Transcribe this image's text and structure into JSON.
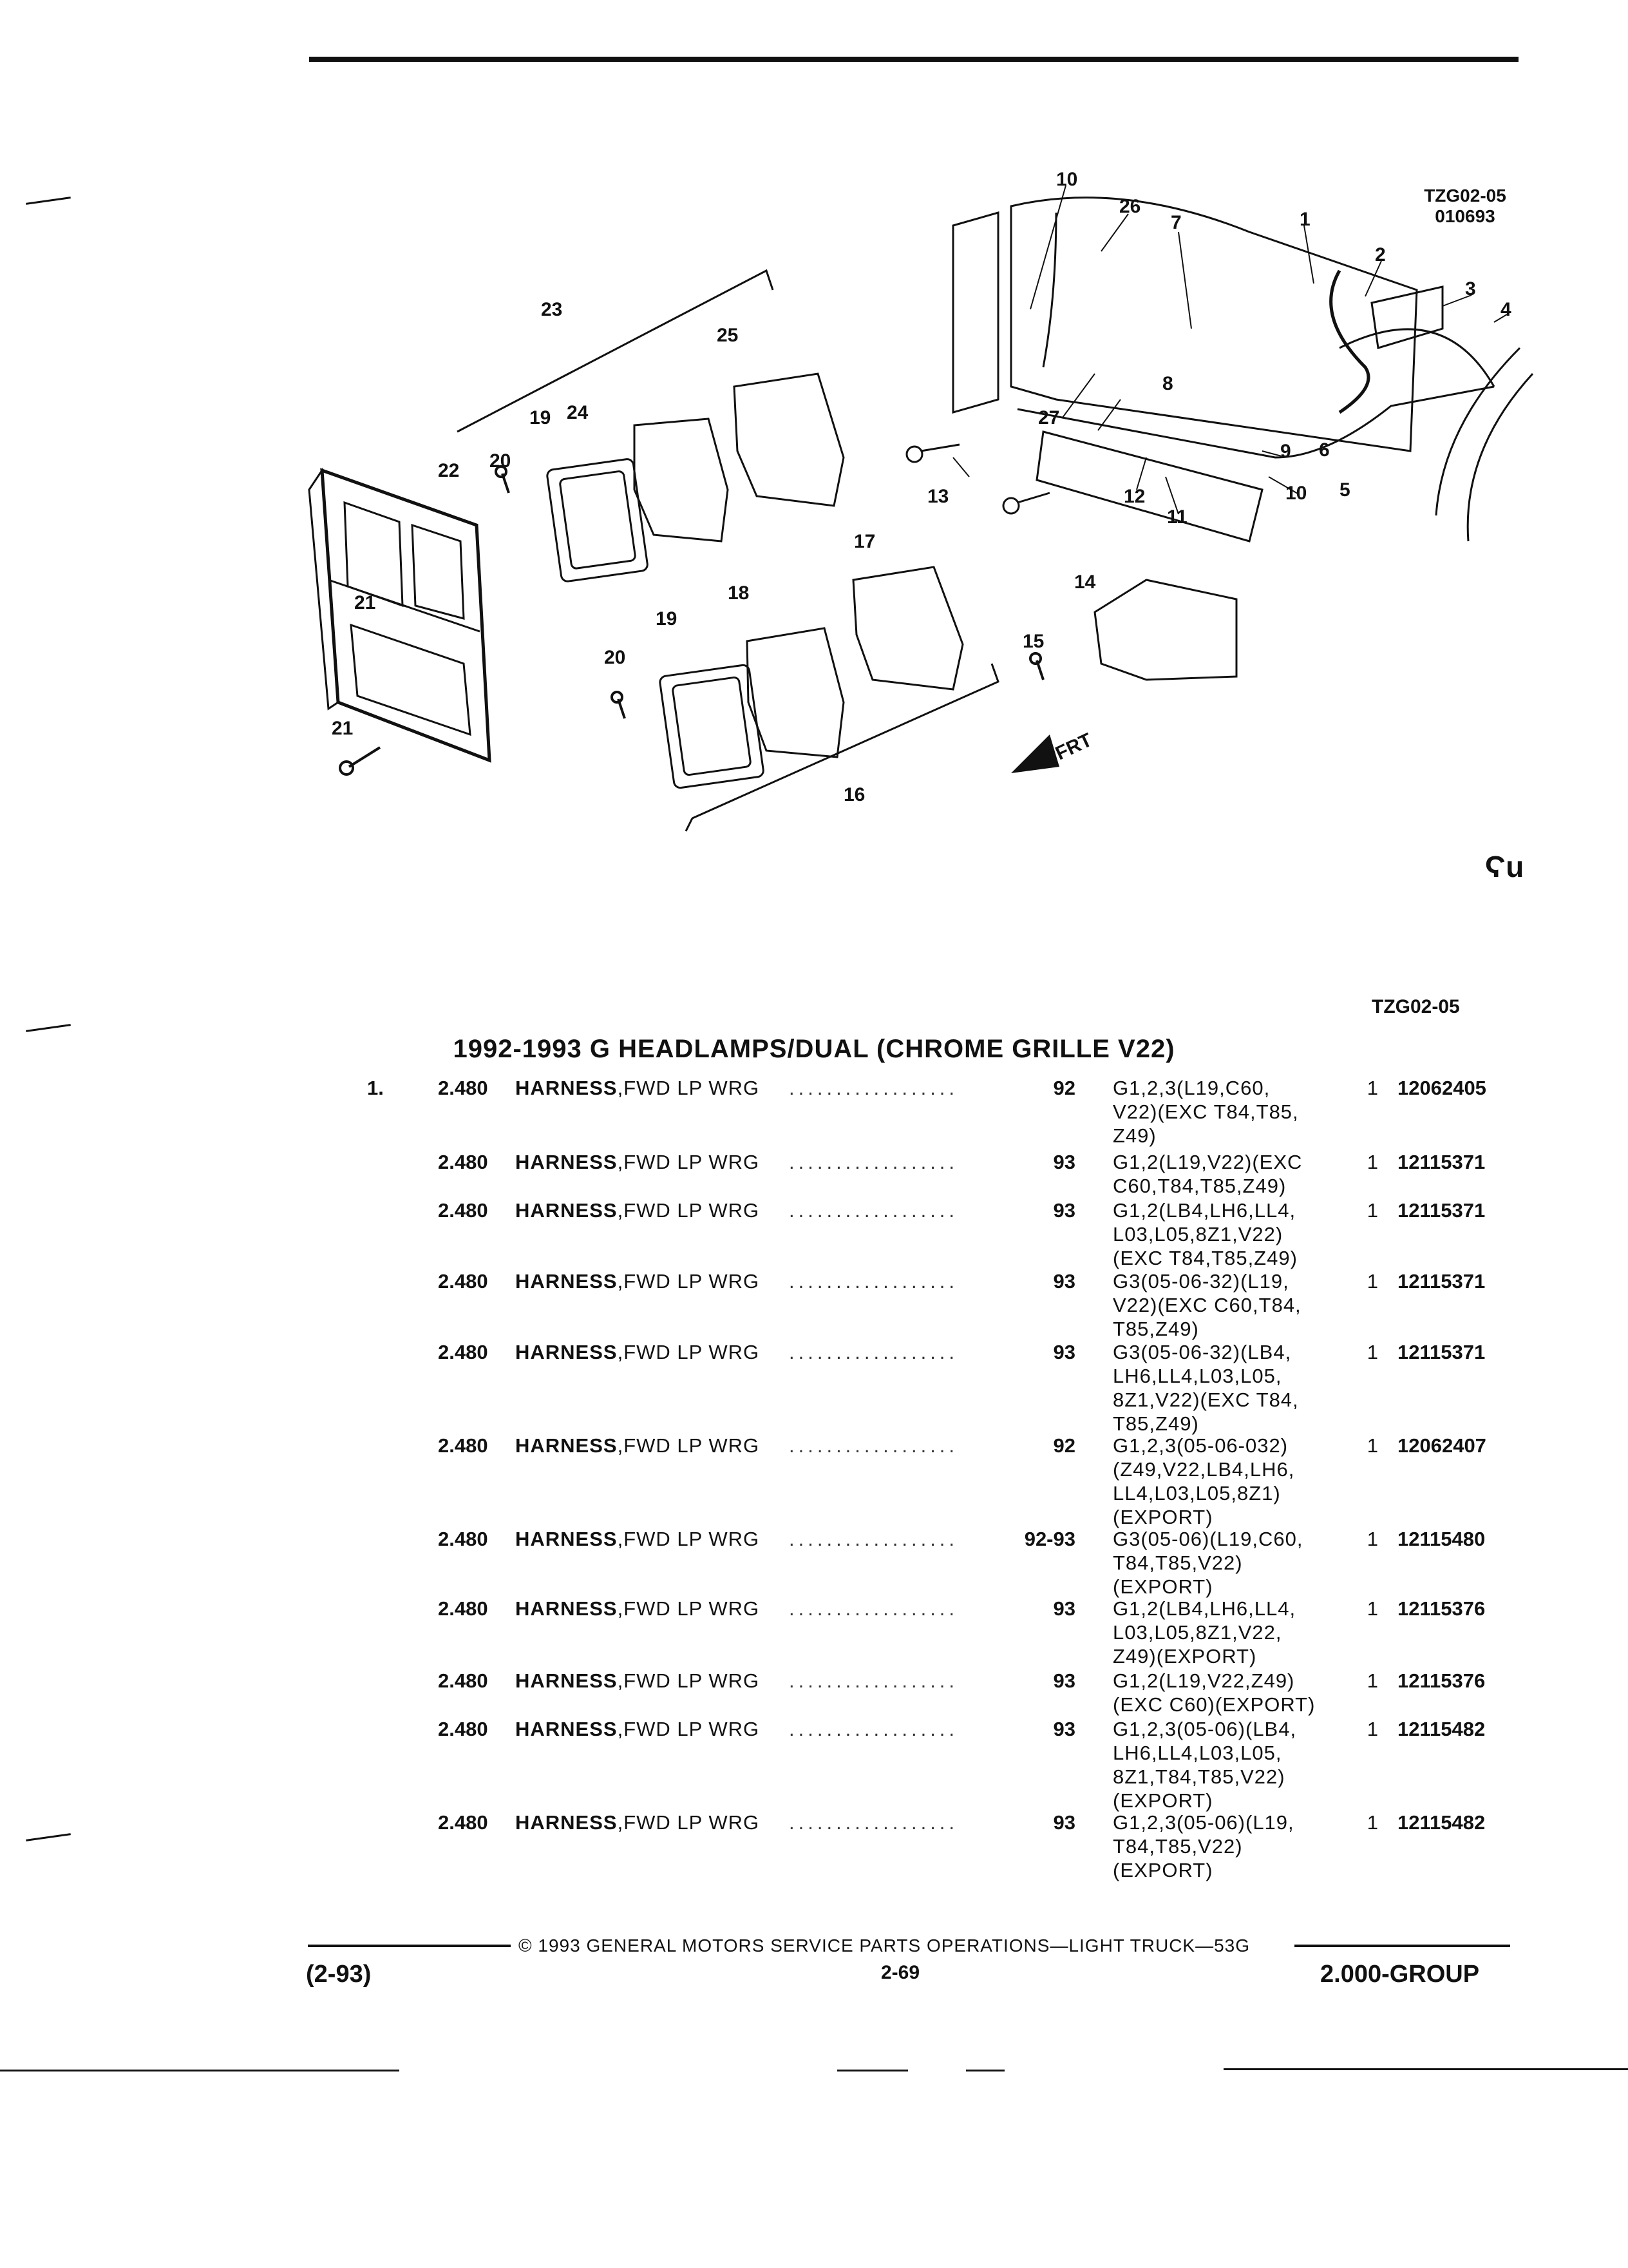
{
  "figure": {
    "code": "TZG02-05",
    "date_code": "010693",
    "front_label": "FRT",
    "corner_symbol": "Ϛu",
    "callouts": [
      "1",
      "2",
      "3",
      "4",
      "5",
      "6",
      "7",
      "8",
      "9",
      "10",
      "11",
      "12",
      "13",
      "14",
      "15",
      "16",
      "17",
      "18",
      "19",
      "20",
      "21",
      "22",
      "23",
      "24",
      "25",
      "26",
      "27"
    ]
  },
  "section": {
    "figure_ref": "TZG02-05",
    "title": "1992-1993 G HEADLAMPS/DUAL (CHROME GRILLE V22)"
  },
  "parts": [
    {
      "item": "1.",
      "group": "2.480",
      "name": "HARNESS",
      "name_rest": ",FWD LP WRG",
      "dots": "..................",
      "year": "92",
      "usage": [
        "G1,2,3(L19,C60,",
        "V22)(EXC T84,T85,",
        "Z49)"
      ],
      "qty": "1",
      "part": "12062405"
    },
    {
      "item": "",
      "group": "2.480",
      "name": "HARNESS",
      "name_rest": ",FWD LP WRG",
      "dots": "..................",
      "year": "93",
      "usage": [
        "G1,2(L19,V22)(EXC",
        "C60,T84,T85,Z49)"
      ],
      "qty": "1",
      "part": "12115371"
    },
    {
      "item": "",
      "group": "2.480",
      "name": "HARNESS",
      "name_rest": ",FWD LP WRG",
      "dots": "..................",
      "year": "93",
      "usage": [
        "G1,2(LB4,LH6,LL4,",
        "L03,L05,8Z1,V22)",
        "(EXC T84,T85,Z49)"
      ],
      "qty": "1",
      "part": "12115371"
    },
    {
      "item": "",
      "group": "2.480",
      "name": "HARNESS",
      "name_rest": ",FWD LP WRG",
      "dots": "..................",
      "year": "93",
      "usage": [
        "G3(05-06-32)(L19,",
        "V22)(EXC C60,T84,",
        "T85,Z49)"
      ],
      "qty": "1",
      "part": "12115371"
    },
    {
      "item": "",
      "group": "2.480",
      "name": "HARNESS",
      "name_rest": ",FWD LP WRG",
      "dots": "..................",
      "year": "93",
      "usage": [
        "G3(05-06-32)(LB4,",
        "LH6,LL4,L03,L05,",
        "8Z1,V22)(EXC T84,",
        "T85,Z49)"
      ],
      "qty": "1",
      "part": "12115371"
    },
    {
      "item": "",
      "group": "2.480",
      "name": "HARNESS",
      "name_rest": ",FWD LP WRG",
      "dots": "..................",
      "year": "92",
      "usage": [
        "G1,2,3(05-06-032)",
        "(Z49,V22,LB4,LH6,",
        "LL4,L03,L05,8Z1)",
        "(EXPORT)"
      ],
      "qty": "1",
      "part": "12062407"
    },
    {
      "item": "",
      "group": "2.480",
      "name": "HARNESS",
      "name_rest": ",FWD LP WRG",
      "dots": "..................",
      "year": "92-93",
      "usage": [
        "G3(05-06)(L19,C60,",
        "T84,T85,V22)",
        "(EXPORT)"
      ],
      "qty": "1",
      "part": "12115480"
    },
    {
      "item": "",
      "group": "2.480",
      "name": "HARNESS",
      "name_rest": ",FWD LP WRG",
      "dots": "..................",
      "year": "93",
      "usage": [
        "G1,2(LB4,LH6,LL4,",
        "L03,L05,8Z1,V22,",
        "Z49)(EXPORT)"
      ],
      "qty": "1",
      "part": "12115376"
    },
    {
      "item": "",
      "group": "2.480",
      "name": "HARNESS",
      "name_rest": ",FWD LP WRG",
      "dots": "..................",
      "year": "93",
      "usage": [
        "G1,2(L19,V22,Z49)",
        "(EXC C60)(EXPORT)"
      ],
      "qty": "1",
      "part": "12115376"
    },
    {
      "item": "",
      "group": "2.480",
      "name": "HARNESS",
      "name_rest": ",FWD LP WRG",
      "dots": "..................",
      "year": "93",
      "usage": [
        "G1,2,3(05-06)(LB4,",
        "LH6,LL4,L03,L05,",
        "8Z1,T84,T85,V22)",
        "(EXPORT)"
      ],
      "qty": "1",
      "part": "12115482"
    },
    {
      "item": "",
      "group": "2.480",
      "name": "HARNESS",
      "name_rest": ",FWD LP WRG",
      "dots": "..................",
      "year": "93",
      "usage": [
        "G1,2,3(05-06)(L19,",
        "T84,T85,V22)",
        "(EXPORT)"
      ],
      "qty": "1",
      "part": "12115482"
    }
  ],
  "footer": {
    "copyright": "© 1993 GENERAL MOTORS SERVICE PARTS OPERATIONS—LIGHT TRUCK—53G",
    "date": "(2-93)",
    "page": "2-69",
    "group": "2.000-GROUP"
  }
}
